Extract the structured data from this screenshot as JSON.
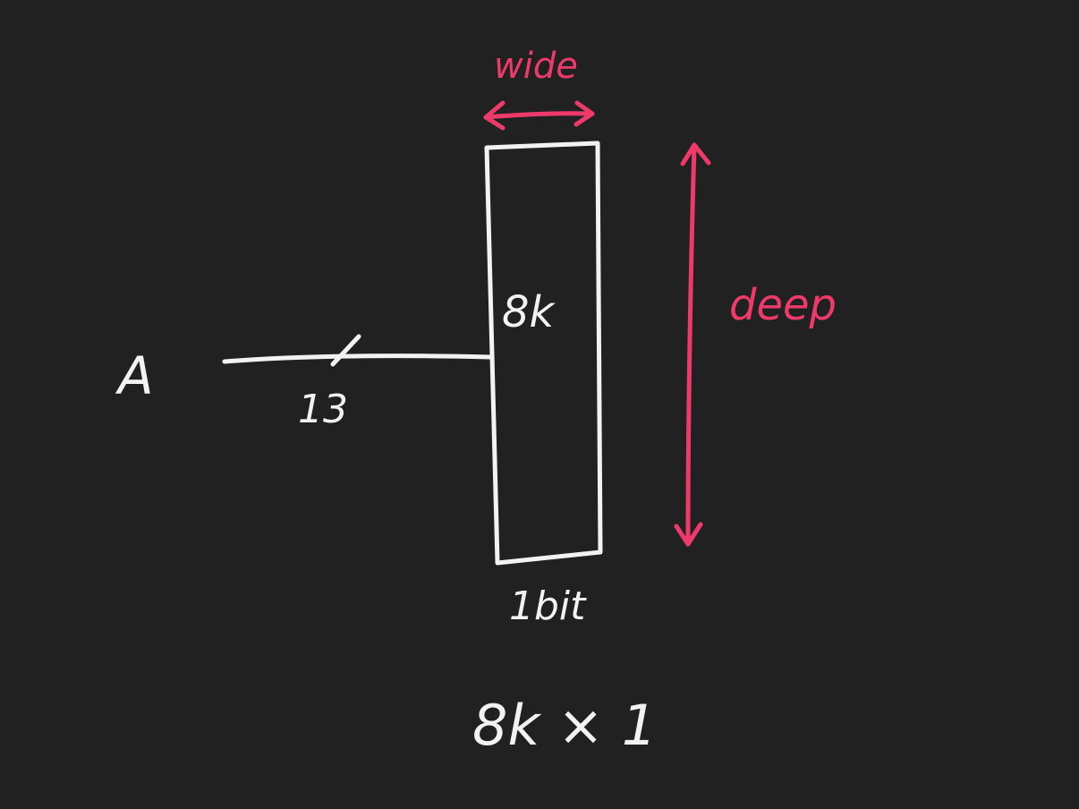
{
  "colors": {
    "background": "#222121",
    "ink": "#f2f2f2",
    "accent": "#ee3a6a"
  },
  "labels": {
    "address_bus": "A",
    "bus_width": "13",
    "memory_depth": "8k",
    "word_width": "1bit",
    "width_annotation": "wide",
    "depth_annotation": "deep",
    "organization": "8k × 1"
  }
}
